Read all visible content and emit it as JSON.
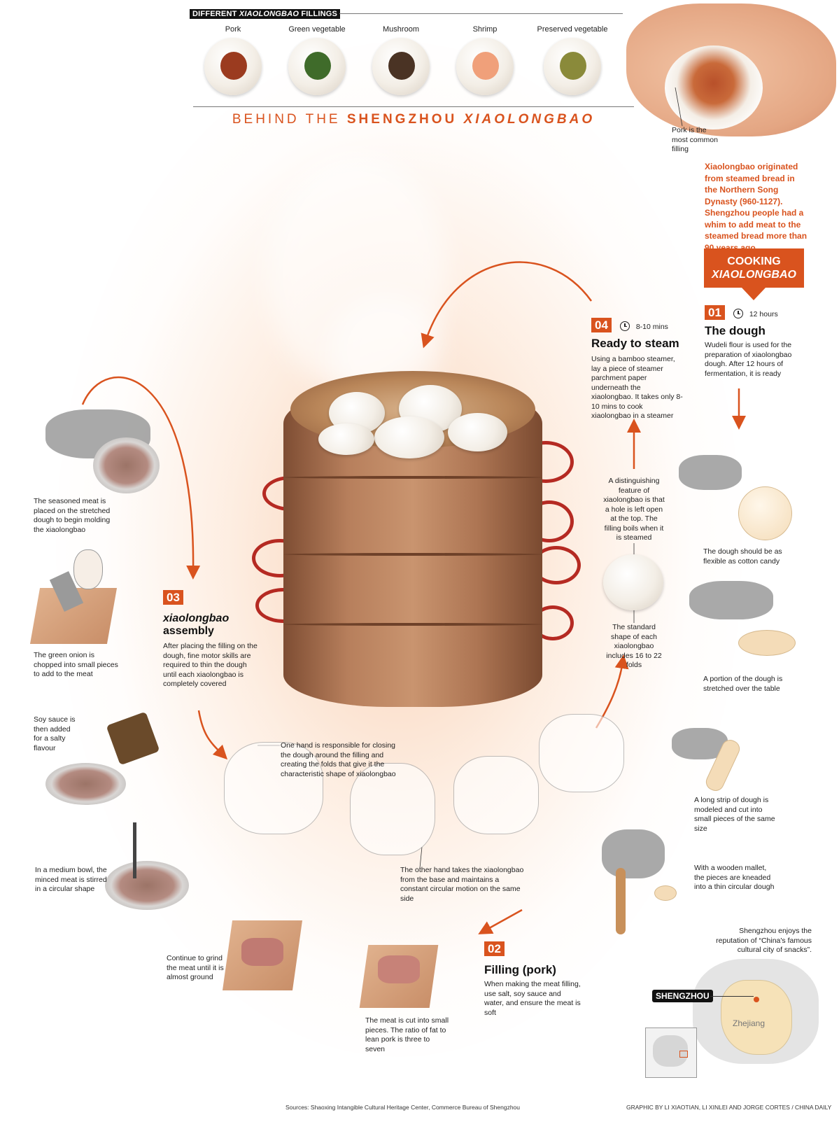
{
  "fillings": {
    "header": "DIFFERENT XIAOLONGBAO FILLINGS",
    "header_prefix": "DIFFERENT ",
    "header_italic": "XIAOLONGBAO",
    "header_suffix": " FILLINGS",
    "items": [
      {
        "label": "Pork",
        "color": "#9b3b1f"
      },
      {
        "label": "Green vegetable",
        "color": "#3f6b2a"
      },
      {
        "label": "Mushroom",
        "color": "#4a3324"
      },
      {
        "label": "Shrimp",
        "color": "#f0a07a"
      },
      {
        "label": "Preserved vegetable",
        "color": "#8a8a3a"
      }
    ]
  },
  "title": {
    "part1": "BEHIND THE ",
    "part2": "SHENGZHOU ",
    "part3": "XIAOLONGBAO"
  },
  "pork_note": "Pork is the most common filling",
  "intro": "Xiaolongbao originated from steamed bread in the Northern Song Dynasty (960-1127). Shengzhou people had a whim to add meat to the steamed bread more than 90 years ago.",
  "cooking_box": {
    "line1": "COOKING",
    "line2": "XIAOLONGBAO"
  },
  "steps": {
    "s01": {
      "num": "01",
      "time": "12 hours",
      "title": "The dough",
      "body": "Wudeli flour is used for the preparation of xiaolongbao dough. After 12 hours of fermentation, it is ready"
    },
    "s02": {
      "num": "02",
      "title": "Filling (pork)",
      "body": "When making the meat filling, use salt, soy sauce and water, and ensure the meat is soft"
    },
    "s03": {
      "num": "03",
      "title1": "xiaolongbao",
      "title2": "assembly",
      "body": "After placing the filling on the dough, fine motor skills are required to thin the dough until each xiaolongbao is completely covered"
    },
    "s04": {
      "num": "04",
      "time": "8-10 mins",
      "title": "Ready to steam",
      "body": "Using a bamboo steamer, lay a piece of steamer parchment paper underneath the xiaolongbao. It takes only 8-10 mins to cook xiaolongbao in a steamer"
    }
  },
  "captions": {
    "dough_flexible": "The dough should be as flexible as cotton candy",
    "dough_stretched": "A portion of the dough is stretched over the table",
    "dough_strip": "A long strip of dough is modeled and cut into small pieces of the same size",
    "mallet": "With a wooden mallet, the pieces are kneaded into a thin circular dough",
    "meat_cut": "The meat is cut into small pieces. The ratio of fat to lean pork is three to seven",
    "grind": "Continue to grind the meat until it is almost ground",
    "bowl_stir": "In a medium bowl, the minced meat is stirred in a circular shape",
    "soy": "Soy sauce is then added for a salty flavour",
    "onion": "The green onion is chopped into small pieces to add to the meat",
    "seasoned": "The seasoned meat is placed on the stretched dough to begin molding the xiaolongbao",
    "one_hand": "One hand is responsible for closing the dough around the filling and creating the folds that give it the characteristic shape of xiaolongbao",
    "other_hand": "The other hand takes the xiaolongbao from the base and maintains a constant circular motion on the same side",
    "hole": "A distinguishing feature of xiaolongbao is that a hole is left open at the top. The filling boils when it is steamed",
    "folds": "The standard shape of each xiaolongbao includes 16 to 22 folds"
  },
  "map": {
    "note": "Shengzhou enjoys the reputation of “China's famous cultural city of snacks”.",
    "city": "SHENGZHOU",
    "province": "Zhejiang"
  },
  "footer": {
    "sources": "Sources: Shaoxing Intangible Cultural Heritage Center, Commerce Bureau of Shengzhou",
    "credit": "GRAPHIC BY LI XIAOTIAN, LI XINLEI AND JORGE CORTES / CHINA DAILY"
  },
  "colors": {
    "accent": "#d9531e",
    "steamer": "#a8714f",
    "handle": "#b52a22"
  }
}
